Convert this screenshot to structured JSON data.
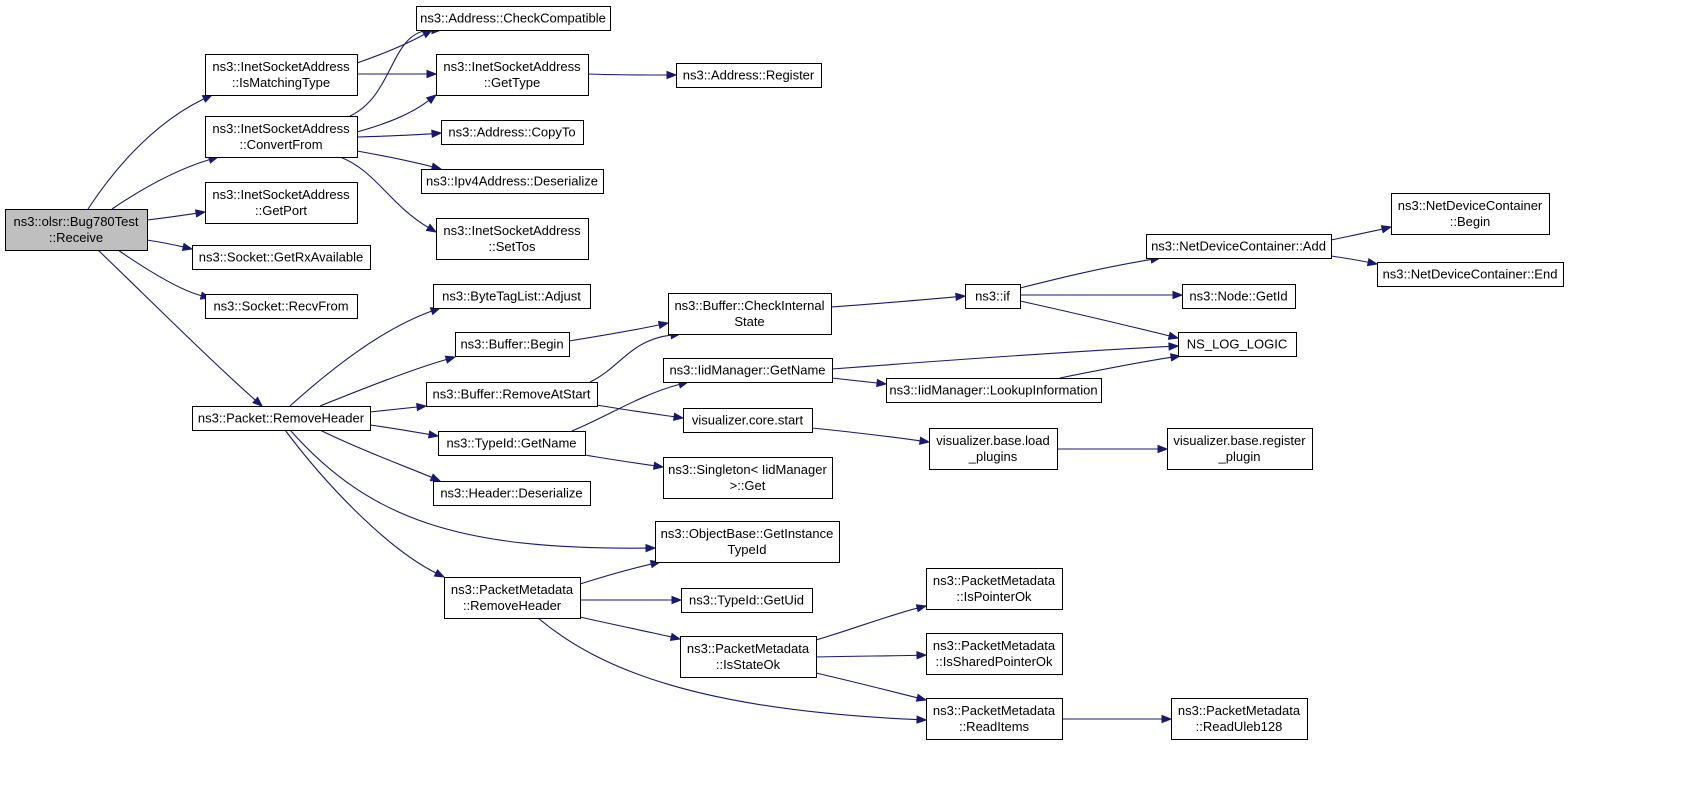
{
  "diagram": {
    "root_fill": "#bfbfbf",
    "node_fill": "#ffffff",
    "edge_color": "#191970",
    "nodes": [
      {
        "id": "root",
        "label": "ns3::olsr::Bug780Test ::Receive",
        "lines": [
          "ns3::olsr::Bug780Test",
          "::Receive"
        ],
        "root": true
      },
      {
        "id": "ismatching",
        "label": "ns3::InetSocketAddress ::IsMatchingType",
        "lines": [
          "ns3::InetSocketAddress",
          "::IsMatchingType"
        ]
      },
      {
        "id": "convertfrom",
        "label": "ns3::InetSocketAddress ::ConvertFrom",
        "lines": [
          "ns3::InetSocketAddress",
          "::ConvertFrom"
        ]
      },
      {
        "id": "getport",
        "label": "ns3::InetSocketAddress ::GetPort",
        "lines": [
          "ns3::InetSocketAddress",
          "::GetPort"
        ]
      },
      {
        "id": "getrx",
        "label": "ns3::Socket::GetRxAvailable",
        "lines": [
          "ns3::Socket::GetRxAvailable"
        ]
      },
      {
        "id": "recvfrom",
        "label": "ns3::Socket::RecvFrom",
        "lines": [
          "ns3::Socket::RecvFrom"
        ]
      },
      {
        "id": "pktremoveheader",
        "label": "ns3::Packet::RemoveHeader",
        "lines": [
          "ns3::Packet::RemoveHeader"
        ]
      },
      {
        "id": "checkcompat",
        "label": "ns3::Address::CheckCompatible",
        "lines": [
          "ns3::Address::CheckCompatible"
        ]
      },
      {
        "id": "gettype",
        "label": "ns3::InetSocketAddress ::GetType",
        "lines": [
          "ns3::InetSocketAddress",
          "::GetType"
        ]
      },
      {
        "id": "register",
        "label": "ns3::Address::Register",
        "lines": [
          "ns3::Address::Register"
        ]
      },
      {
        "id": "copyto",
        "label": "ns3::Address::CopyTo",
        "lines": [
          "ns3::Address::CopyTo"
        ]
      },
      {
        "id": "ipv4deser",
        "label": "ns3::Ipv4Address::Deserialize",
        "lines": [
          "ns3::Ipv4Address::Deserialize"
        ]
      },
      {
        "id": "settos",
        "label": "ns3::InetSocketAddress ::SetTos",
        "lines": [
          "ns3::InetSocketAddress",
          "::SetTos"
        ]
      },
      {
        "id": "adjust",
        "label": "ns3::ByteTagList::Adjust",
        "lines": [
          "ns3::ByteTagList::Adjust"
        ]
      },
      {
        "id": "bufbegin",
        "label": "ns3::Buffer::Begin",
        "lines": [
          "ns3::Buffer::Begin"
        ]
      },
      {
        "id": "removeatstart",
        "label": "ns3::Buffer::RemoveAtStart",
        "lines": [
          "ns3::Buffer::RemoveAtStart"
        ]
      },
      {
        "id": "typeidgetname",
        "label": "ns3::TypeId::GetName",
        "lines": [
          "ns3::TypeId::GetName"
        ]
      },
      {
        "id": "headerdeser",
        "label": "ns3::Header::Deserialize",
        "lines": [
          "ns3::Header::Deserialize"
        ]
      },
      {
        "id": "checkinternal",
        "label": "ns3::Buffer::CheckInternal State",
        "lines": [
          "ns3::Buffer::CheckInternal",
          "State"
        ]
      },
      {
        "id": "iidgetname",
        "label": "ns3::IidManager::GetName",
        "lines": [
          "ns3::IidManager::GetName"
        ]
      },
      {
        "id": "vizstart",
        "label": "visualizer.core.start",
        "lines": [
          "visualizer.core.start"
        ]
      },
      {
        "id": "singleton",
        "label": "ns3::Singleton< IidManager >::Get",
        "lines": [
          "ns3::Singleton< IidManager",
          ">::Get"
        ]
      },
      {
        "id": "nsif",
        "label": "ns3::if",
        "lines": [
          "ns3::if"
        ]
      },
      {
        "id": "lookup",
        "label": "ns3::IidManager::LookupInformation",
        "lines": [
          "ns3::IidManager::LookupInformation"
        ]
      },
      {
        "id": "loadplugins",
        "label": "visualizer.base.load _plugins",
        "lines": [
          "visualizer.base.load",
          "_plugins"
        ]
      },
      {
        "id": "regplugin",
        "label": "visualizer.base.register _plugin",
        "lines": [
          "visualizer.base.register",
          "_plugin"
        ]
      },
      {
        "id": "ndcadd",
        "label": "ns3::NetDeviceContainer::Add",
        "lines": [
          "ns3::NetDeviceContainer::Add"
        ]
      },
      {
        "id": "nodegetid",
        "label": "ns3::Node::GetId",
        "lines": [
          "ns3::Node::GetId"
        ]
      },
      {
        "id": "nslog",
        "label": "NS_LOG_LOGIC",
        "lines": [
          "NS_LOG_LOGIC"
        ]
      },
      {
        "id": "ndcbegin",
        "label": "ns3::NetDeviceContainer ::Begin",
        "lines": [
          "ns3::NetDeviceContainer",
          "::Begin"
        ]
      },
      {
        "id": "ndcend",
        "label": "ns3::NetDeviceContainer::End",
        "lines": [
          "ns3::NetDeviceContainer::End"
        ]
      },
      {
        "id": "getinstance",
        "label": "ns3::ObjectBase::GetInstance TypeId",
        "lines": [
          "ns3::ObjectBase::GetInstance",
          "TypeId"
        ]
      },
      {
        "id": "pmremoveheader",
        "label": "ns3::PacketMetadata ::RemoveHeader",
        "lines": [
          "ns3::PacketMetadata",
          "::RemoveHeader"
        ]
      },
      {
        "id": "getuid",
        "label": "ns3::TypeId::GetUid",
        "lines": [
          "ns3::TypeId::GetUid"
        ]
      },
      {
        "id": "isstateok",
        "label": "ns3::PacketMetadata ::IsStateOk",
        "lines": [
          "ns3::PacketMetadata",
          "::IsStateOk"
        ]
      },
      {
        "id": "ispointerok",
        "label": "ns3::PacketMetadata ::IsPointerOk",
        "lines": [
          "ns3::PacketMetadata",
          "::IsPointerOk"
        ]
      },
      {
        "id": "issharedok",
        "label": "ns3::PacketMetadata ::IsSharedPointerOk",
        "lines": [
          "ns3::PacketMetadata",
          "::IsSharedPointerOk"
        ]
      },
      {
        "id": "readitems",
        "label": "ns3::PacketMetadata ::ReadItems",
        "lines": [
          "ns3::PacketMetadata",
          "::ReadItems"
        ]
      },
      {
        "id": "readuleb",
        "label": "ns3::PacketMetadata ::ReadUleb128",
        "lines": [
          "ns3::PacketMetadata",
          "::ReadUleb128"
        ]
      }
    ],
    "edges": [
      [
        "root",
        "ismatching"
      ],
      [
        "root",
        "convertfrom"
      ],
      [
        "root",
        "getport"
      ],
      [
        "root",
        "getrx"
      ],
      [
        "root",
        "recvfrom"
      ],
      [
        "root",
        "pktremoveheader"
      ],
      [
        "ismatching",
        "checkcompat"
      ],
      [
        "ismatching",
        "gettype"
      ],
      [
        "convertfrom",
        "checkcompat"
      ],
      [
        "convertfrom",
        "gettype"
      ],
      [
        "convertfrom",
        "copyto"
      ],
      [
        "convertfrom",
        "ipv4deser"
      ],
      [
        "convertfrom",
        "settos"
      ],
      [
        "gettype",
        "register"
      ],
      [
        "pktremoveheader",
        "adjust"
      ],
      [
        "pktremoveheader",
        "bufbegin"
      ],
      [
        "pktremoveheader",
        "removeatstart"
      ],
      [
        "pktremoveheader",
        "typeidgetname"
      ],
      [
        "pktremoveheader",
        "headerdeser"
      ],
      [
        "pktremoveheader",
        "getinstance"
      ],
      [
        "pktremoveheader",
        "pmremoveheader"
      ],
      [
        "bufbegin",
        "checkinternal"
      ],
      [
        "removeatstart",
        "checkinternal"
      ],
      [
        "removeatstart",
        "vizstart"
      ],
      [
        "typeidgetname",
        "iidgetname"
      ],
      [
        "typeidgetname",
        "singleton"
      ],
      [
        "checkinternal",
        "nsif"
      ],
      [
        "nsif",
        "ndcadd"
      ],
      [
        "nsif",
        "nodegetid"
      ],
      [
        "nsif",
        "nslog"
      ],
      [
        "ndcadd",
        "ndcbegin"
      ],
      [
        "ndcadd",
        "ndcend"
      ],
      [
        "iidgetname",
        "nslog"
      ],
      [
        "iidgetname",
        "lookup"
      ],
      [
        "lookup",
        "nslog"
      ],
      [
        "vizstart",
        "loadplugins"
      ],
      [
        "loadplugins",
        "regplugin"
      ],
      [
        "pmremoveheader",
        "getinstance"
      ],
      [
        "pmremoveheader",
        "getuid"
      ],
      [
        "pmremoveheader",
        "isstateok"
      ],
      [
        "pmremoveheader",
        "readitems"
      ],
      [
        "isstateok",
        "ispointerok"
      ],
      [
        "isstateok",
        "issharedok"
      ],
      [
        "isstateok",
        "readitems"
      ],
      [
        "readitems",
        "readuleb"
      ]
    ]
  }
}
